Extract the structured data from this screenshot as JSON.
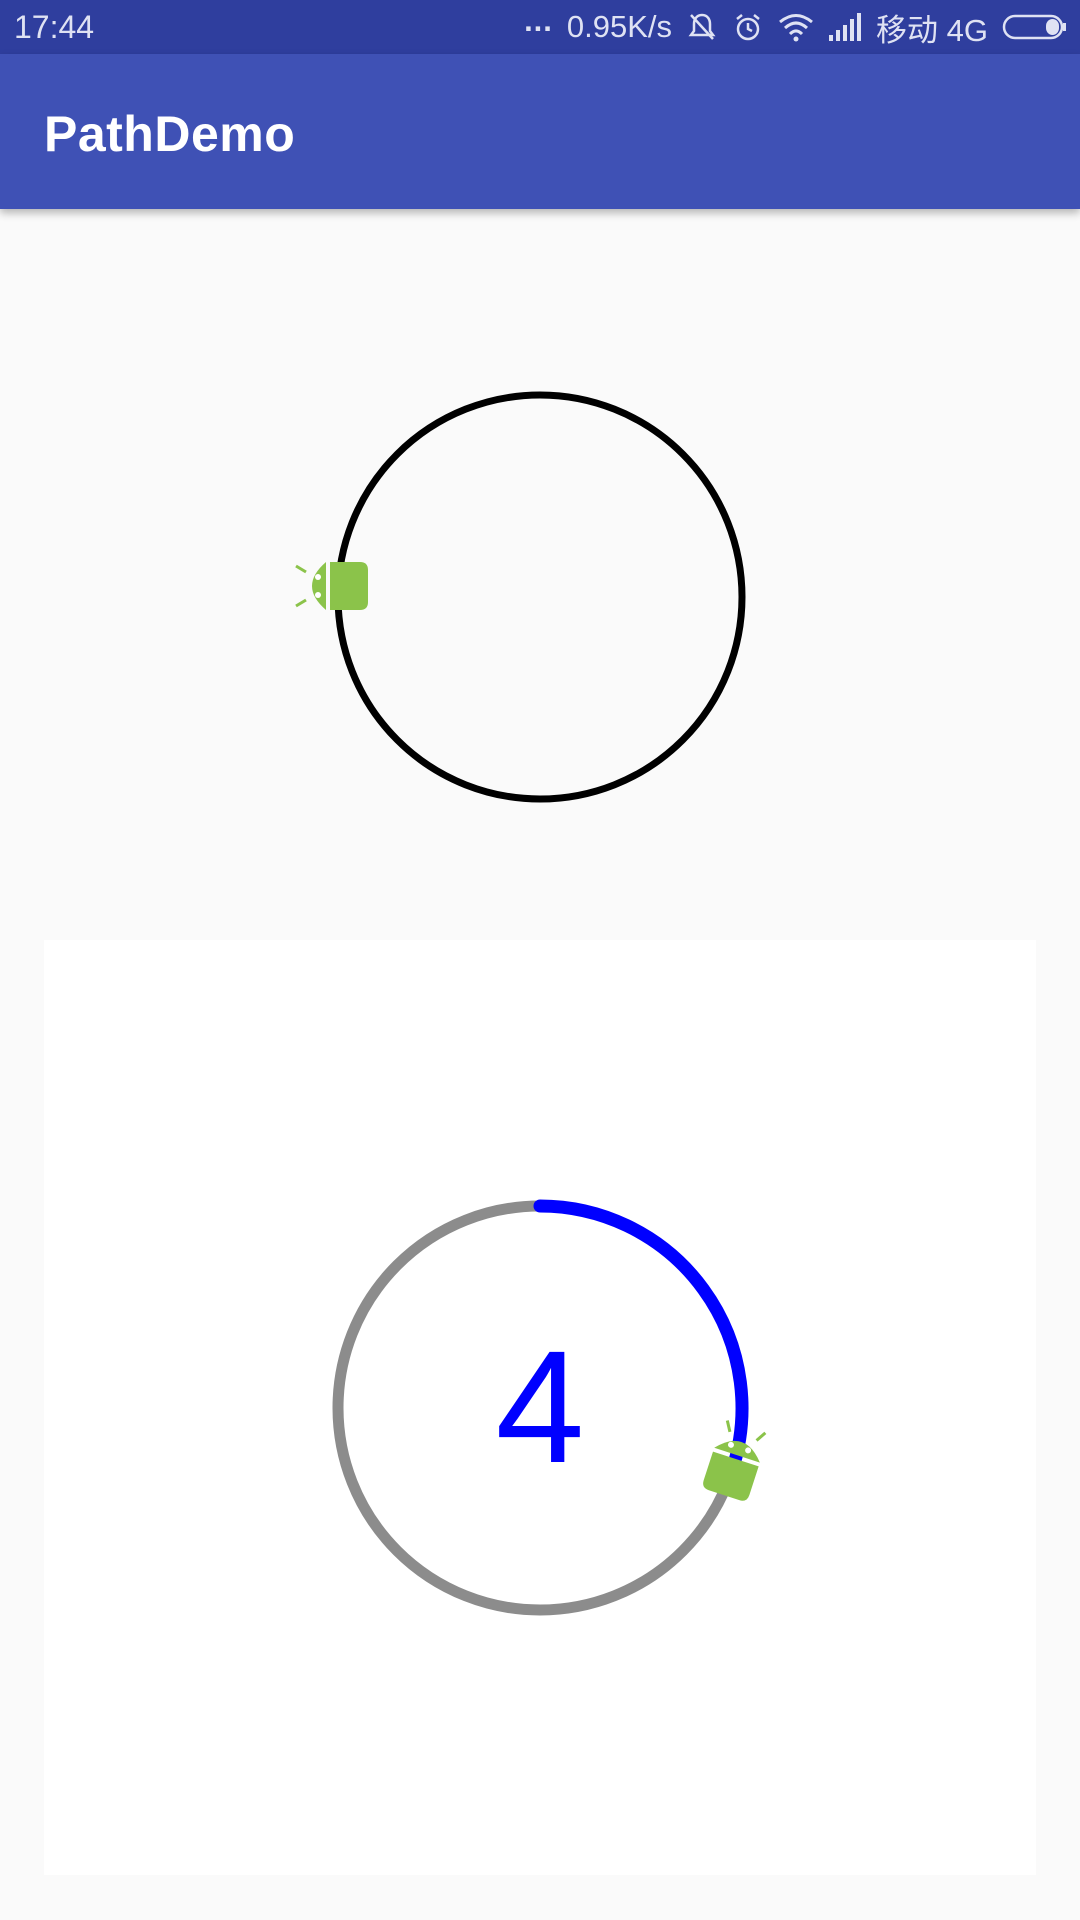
{
  "status_bar": {
    "time": "17:44",
    "dots": "...",
    "net_speed": "0.95K/s",
    "carrier": "移动 4G",
    "icons": [
      "more-dots-icon",
      "mute-icon",
      "alarm-icon",
      "wifi-icon",
      "signal-icon",
      "battery-icon"
    ]
  },
  "app_bar": {
    "title": "PathDemo",
    "color": "#3f51b5",
    "status_color": "#2f3e9e"
  },
  "demo1": {
    "icon": "android-robot-icon",
    "stroke_color": "#000000",
    "marker_angle_deg": 180
  },
  "demo2": {
    "progress_value": "4",
    "track_color": "#8c8c8c",
    "progress_color": "#0000ff",
    "progress_fraction": 0.3,
    "icon": "android-robot-icon"
  }
}
